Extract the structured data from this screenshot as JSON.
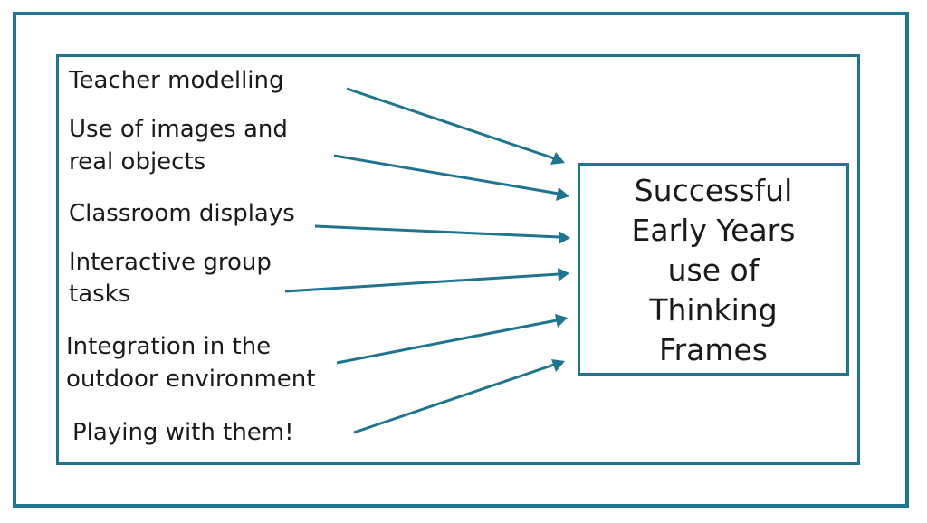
{
  "diagram": {
    "factors": [
      {
        "text": "Teacher modelling"
      },
      {
        "text": "Use of images and"
      },
      {
        "text": "real objects"
      },
      {
        "text": "Classroom displays"
      },
      {
        "text": "Interactive group"
      },
      {
        "text": "tasks"
      },
      {
        "text": "Integration in the"
      },
      {
        "text": "outdoor environment"
      },
      {
        "text": "Playing with them!"
      }
    ],
    "target_lines": [
      "Successful",
      "Early Years",
      "use of",
      "Thinking",
      "Frames"
    ]
  },
  "colors": {
    "frame": "#1f7490",
    "text": "#1a1a1a",
    "background": "#ffffff"
  }
}
